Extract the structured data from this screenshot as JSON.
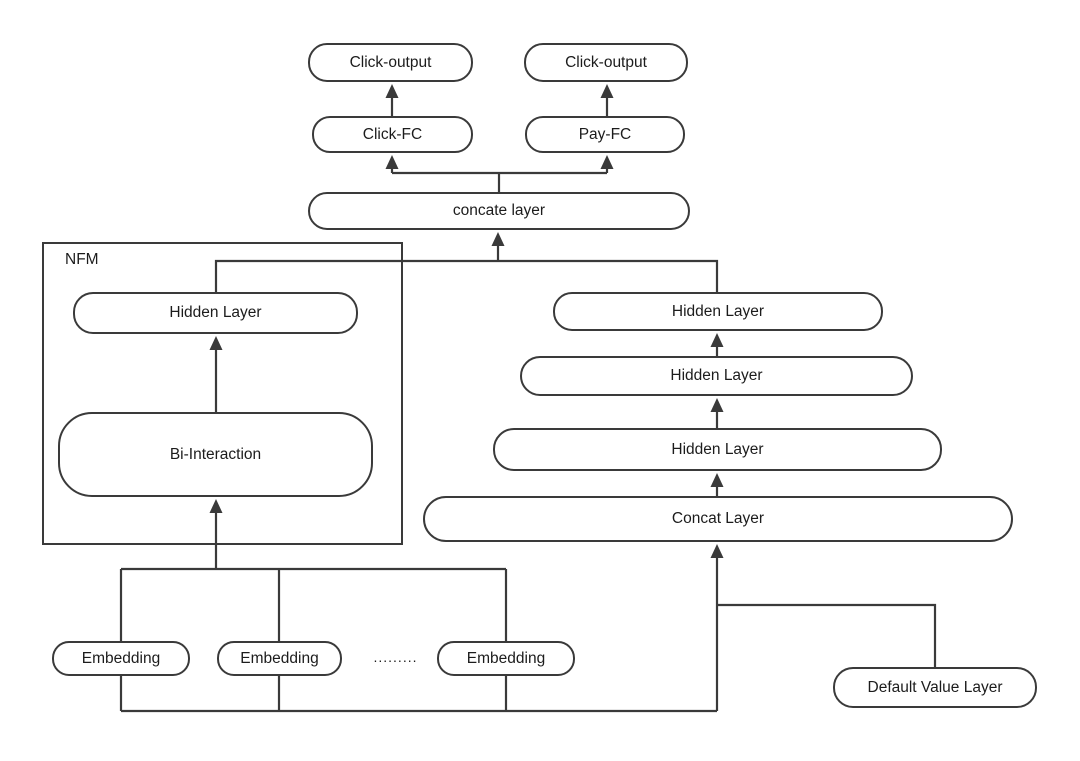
{
  "colors": {
    "line": "#3a3a3a",
    "border": "#3a3a3a",
    "fill": "#ffffff",
    "text": "#1c1c1c",
    "background": "#ffffff"
  },
  "nodes": {
    "click_output_left": "Click-output",
    "click_output_right": "Click-output",
    "click_fc": "Click-FC",
    "pay_fc": "Pay-FC",
    "concate_layer": "concate layer",
    "nfm": "NFM",
    "nfm_hidden_layer": "Hidden Layer",
    "bi_interaction": "Bi-Interaction",
    "hidden_layer_1": "Hidden Layer",
    "hidden_layer_2": "Hidden Layer",
    "hidden_layer_3": "Hidden Layer",
    "concat_layer": "Concat Layer",
    "embedding_1": "Embedding",
    "embedding_2": "Embedding",
    "embedding_3": "Embedding",
    "ellipsis": ".........",
    "default_value_layer": "Default Value Layer"
  }
}
